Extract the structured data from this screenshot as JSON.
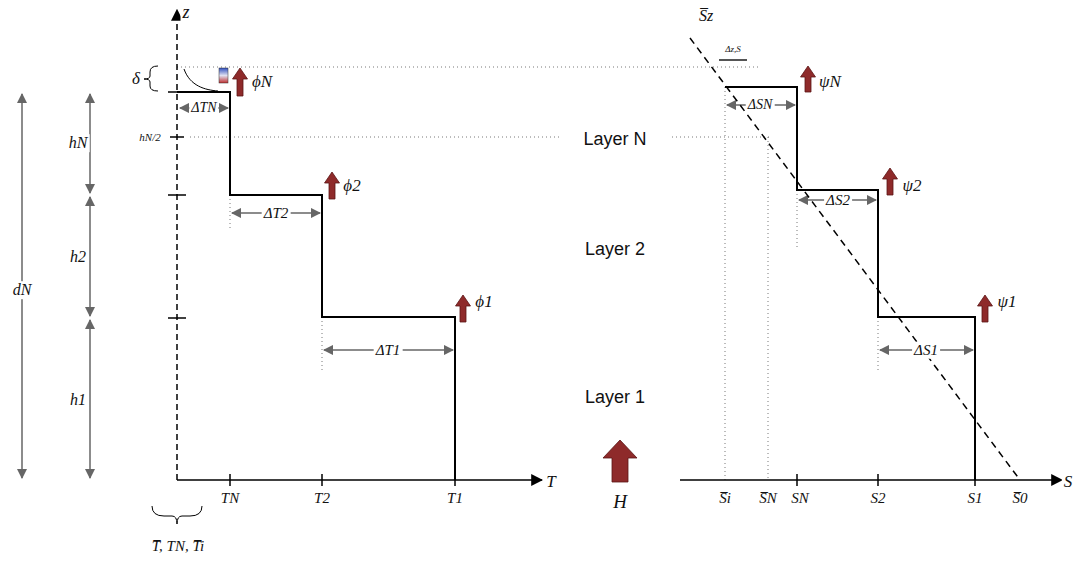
{
  "diagram": {
    "labels": [
      "z",
      "δ",
      "hN",
      "hN/2",
      "h2",
      "h1",
      "dN",
      "ΔTN",
      "ϕN",
      "ΔT2",
      "ϕ2",
      "ΔT1",
      "ϕ1",
      "T",
      "TN",
      "T2",
      "T1",
      "T̅, TN, T̅i",
      "Layer N",
      "Layer 2",
      "Layer 1",
      "H",
      "S̅z",
      "Δz,S",
      "ψN",
      "ΔSN",
      "ψ2",
      "ΔS2",
      "ψ1",
      "ΔS1",
      "S",
      "S̅i",
      "S̅N",
      "SN",
      "S2",
      "S1",
      "S̅0"
    ]
  }
}
